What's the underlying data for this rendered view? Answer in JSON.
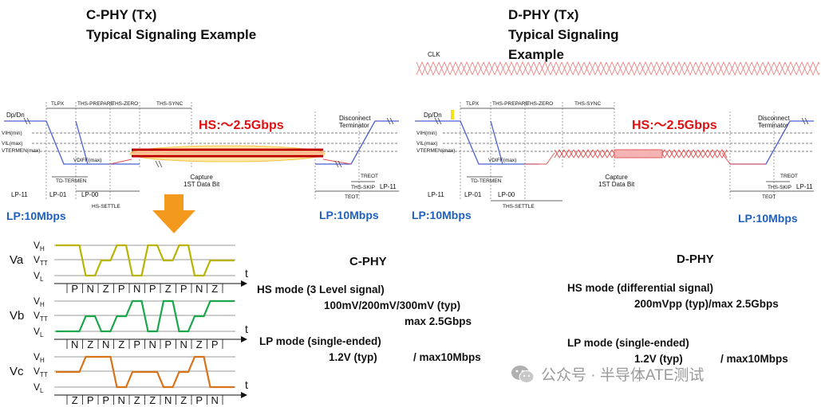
{
  "cphy": {
    "title_line1": "C-PHY (Tx)",
    "title_line2": "Typical Signaling Example",
    "hs_rate": "HS:～2.5Gbps",
    "lp_left": "LP:10Mbps",
    "lp_right": "LP:10Mbps",
    "signal_label": "Dp/Dn",
    "vih": "VIH(min)",
    "vil": "VIL(max)",
    "vterm": "VTERMEN(max)",
    "vdiff": "VDIFF(max)",
    "t_lpx": "TLPX",
    "t_prepare": "THS-PREPARE",
    "t_zero": "THS-ZERO",
    "t_sync": "THS-SYNC",
    "t_dterm": "TD-TERMEN",
    "t_settle": "HS-SETTLE",
    "t_reot": "TREOT",
    "t_skip": "THS-SKIP",
    "t_eot": "TEOT",
    "capture_line1": "Capture",
    "capture_line2": "1ST Data Bit",
    "disconnect_line1": "Disconnect",
    "disconnect_line2": "Terminator",
    "states": [
      "LP-11",
      "LP-01",
      "LP-00",
      "LP-11"
    ]
  },
  "dphy": {
    "title_line1": "D-PHY (Tx)",
    "title_line2": "Typical Signaling",
    "title_line3": "Example",
    "clk_label": "CLK",
    "hs_rate": "HS:～2.5Gbps",
    "lp_left": "LP:10Mbps",
    "lp_right": "LP:10Mbps",
    "signal_label": "Dp/Dn",
    "vih": "VIH(min)",
    "vil": "VIL(max)",
    "vterm": "VTERMEN(max)",
    "vdiff": "VDIFF(max)",
    "t_lpx": "TLPX",
    "t_prepare": "THS-PREPARE",
    "t_zero": "THS-ZERO",
    "t_sync": "THS-SYNC",
    "t_dterm": "TD-TERMEN",
    "t_settle": "THS-SETTLE",
    "t_reot": "TREOT",
    "t_skip": "THS-SKIP",
    "t_eot": "TEOT",
    "capture_line1": "Capture",
    "capture_line2": "1ST Data Bit",
    "disconnect_line1": "Disconnect",
    "disconnect_line2": "Terminator",
    "states": [
      "LP-11",
      "LP-01",
      "LP-00",
      "LP-11"
    ]
  },
  "waveforms": {
    "levels": [
      "VH",
      "VTT",
      "VL"
    ],
    "time_axis": "t",
    "channels": [
      {
        "name": "Va",
        "color": "#b8b400",
        "symbols": [
          "P",
          "N",
          "Z",
          "P",
          "N",
          "P",
          "Z",
          "P",
          "N",
          "Z"
        ],
        "levels": [
          1,
          0,
          0.5,
          1,
          0,
          1,
          0.5,
          1,
          0,
          0.5
        ]
      },
      {
        "name": "Vb",
        "color": "#1aa64a",
        "symbols": [
          "N",
          "Z",
          "N",
          "Z",
          "P",
          "N",
          "P",
          "N",
          "Z",
          "P"
        ],
        "levels": [
          0,
          0.5,
          0,
          0.5,
          1,
          0,
          1,
          0,
          0.5,
          1
        ]
      },
      {
        "name": "Vc",
        "color": "#d8731a",
        "symbols": [
          "Z",
          "P",
          "P",
          "N",
          "Z",
          "Z",
          "N",
          "Z",
          "P",
          "N"
        ],
        "levels": [
          0.5,
          1,
          1,
          0,
          0.5,
          0.5,
          0,
          0.5,
          1,
          0
        ]
      }
    ]
  },
  "cphy_spec": {
    "heading": "C-PHY",
    "hs_mode": "HS mode (3 Level  signal)",
    "hs_levels": "100mV/200mV/300mV (typ)",
    "hs_max": "max 2.5Gbps",
    "lp_mode": "LP mode (single-ended)",
    "lp_typ": "1.2V (typ)",
    "lp_max": "/ max10Mbps"
  },
  "dphy_spec": {
    "heading": "D-PHY",
    "hs_mode": "HS mode (differential signal)",
    "hs_value": "200mVpp (typ)/max 2.5Gbps",
    "lp_mode": "LP mode (single-ended)",
    "lp_typ": "1.2V (typ)",
    "lp_max": "/ max10Mbps"
  },
  "watermark": "公众号 · 半导体ATE测试",
  "colors": {
    "lp_text": "#1f5fbf",
    "hs_text": "#e01010",
    "arrow": "#f39a1e",
    "lp_trace": "#4b5fd6",
    "hs_trace": "#e05050",
    "clk": "#f08080"
  }
}
